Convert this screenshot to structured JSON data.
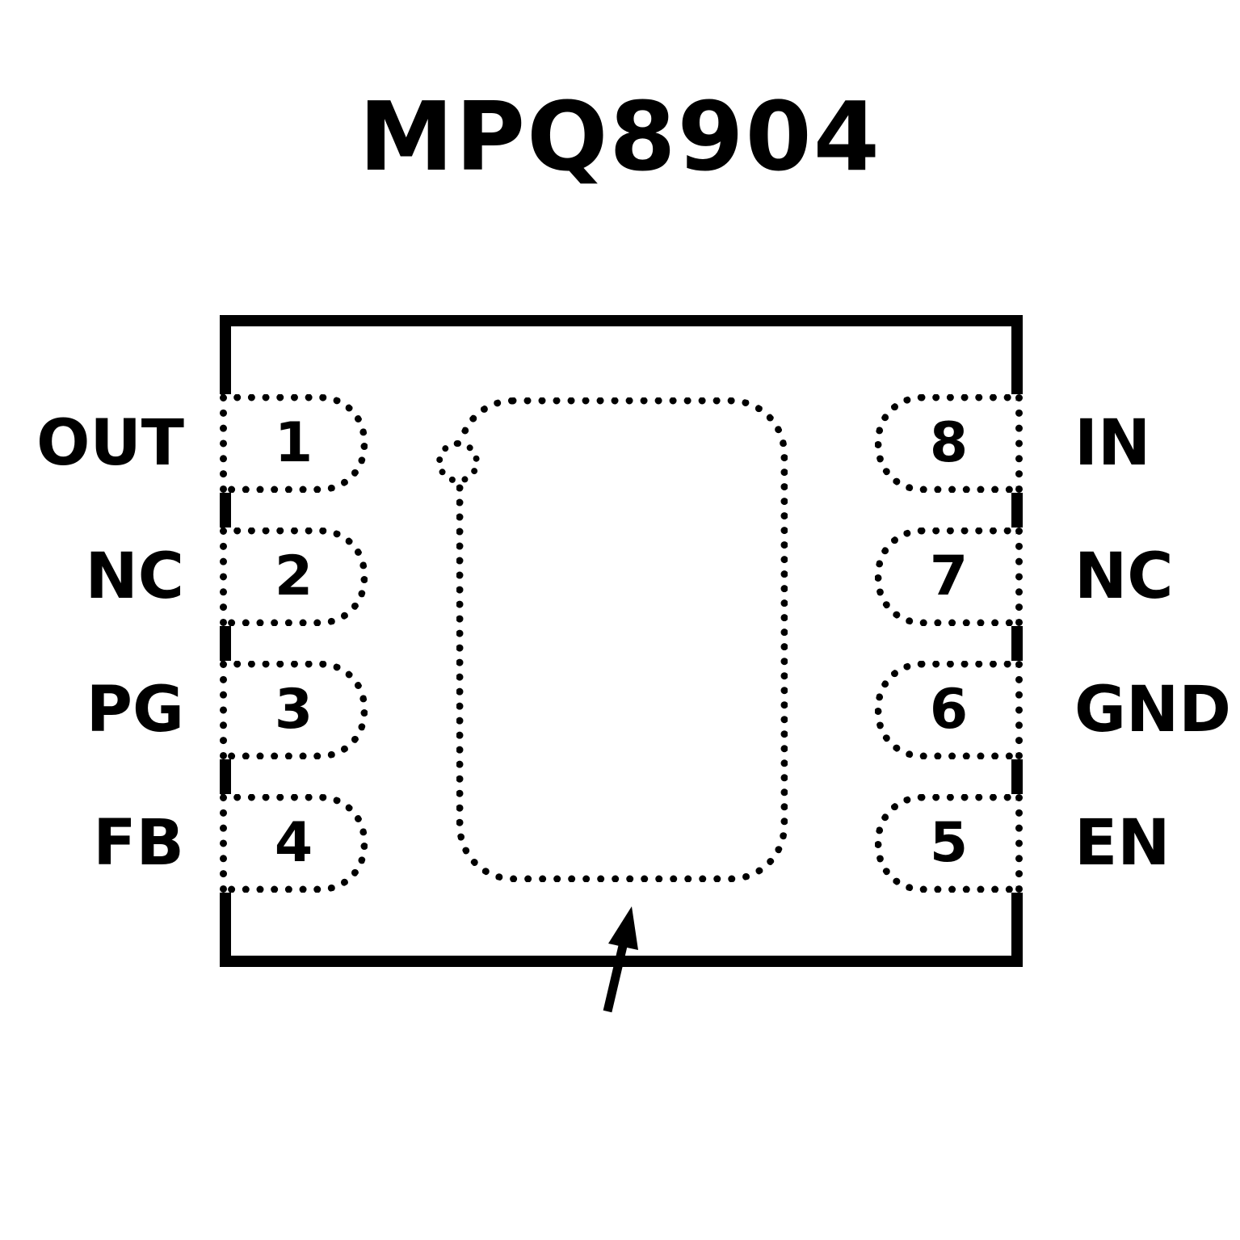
{
  "title": "MPQ8904",
  "package": {
    "type": "pinout-diagram",
    "pin_count": 8,
    "exposed_pad": true
  },
  "pins": {
    "left": [
      {
        "number": "1",
        "label": "OUT"
      },
      {
        "number": "2",
        "label": "NC"
      },
      {
        "number": "3",
        "label": "PG"
      },
      {
        "number": "4",
        "label": "FB"
      }
    ],
    "right": [
      {
        "number": "8",
        "label": "IN"
      },
      {
        "number": "7",
        "label": "NC"
      },
      {
        "number": "6",
        "label": "GND"
      },
      {
        "number": "5",
        "label": "EN"
      }
    ]
  },
  "colors": {
    "line": "#000000",
    "background": "#ffffff"
  }
}
